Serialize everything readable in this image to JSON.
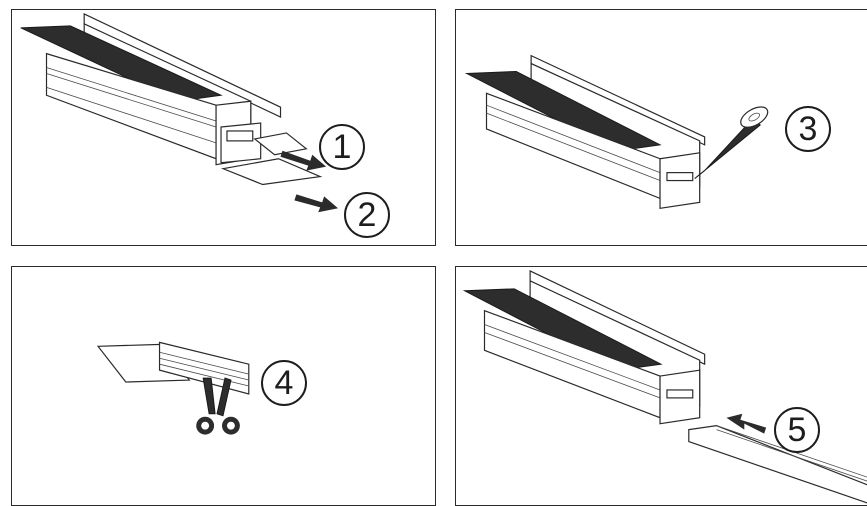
{
  "steps": [
    {
      "id": "1",
      "label": "1"
    },
    {
      "id": "2",
      "label": "2"
    },
    {
      "id": "3",
      "label": "3"
    },
    {
      "id": "4",
      "label": "4"
    },
    {
      "id": "5",
      "label": "5"
    }
  ],
  "icons": {
    "arrow_right": "arrow-right-icon",
    "arrow_left": "arrow-left-icon",
    "scissors": "scissors-icon",
    "tape_roll": "tape-roll-icon"
  },
  "colors": {
    "line": "#2a2a2a",
    "dark_fill": "#2d2d2d",
    "background": "#ffffff"
  }
}
